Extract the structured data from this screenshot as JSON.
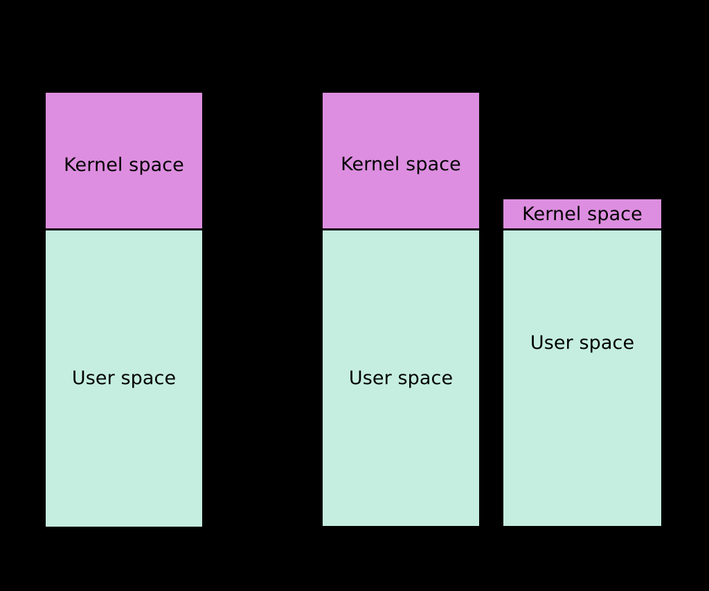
{
  "diagram": {
    "background_color": "#000000",
    "border_color": "#000000",
    "kernel_color": "#dd8ee0",
    "user_color": "#c5eee0",
    "text_color": "#000000",
    "columns": [
      {
        "id": "column-1",
        "regions": [
          {
            "id": "kernel",
            "label": "Kernel space"
          },
          {
            "id": "user",
            "label": "User space"
          }
        ]
      },
      {
        "id": "column-2",
        "regions": [
          {
            "id": "kernel",
            "label": "Kernel space"
          },
          {
            "id": "user",
            "label": "User space"
          }
        ]
      },
      {
        "id": "column-3",
        "regions": [
          {
            "id": "kernel",
            "label": "Kernel space"
          },
          {
            "id": "user",
            "label": "User space"
          }
        ]
      }
    ]
  }
}
